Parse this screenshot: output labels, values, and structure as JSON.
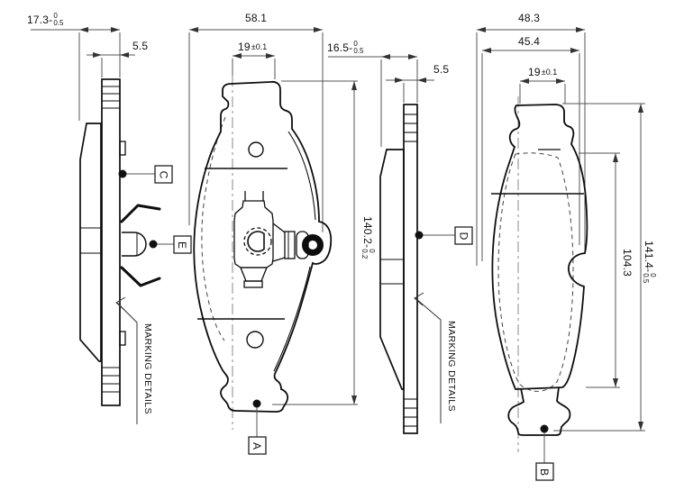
{
  "title": "brake pad technical drawing",
  "colors": {
    "part_line": "#0d0d0d",
    "dim_line": "#555555",
    "centerline": "#8a8a8a",
    "background": "#ffffff"
  },
  "dimensions": {
    "pad1_total_thickness": {
      "main": "17.3-",
      "tol_top": "0",
      "tol_bot": "0.5"
    },
    "pad1_plate_thickness": "5.5",
    "pad1_width": "58.1",
    "pad1_lug_width": {
      "main": "19",
      "tol": "±0.1"
    },
    "pad1_height": {
      "main": "140.2-",
      "tol_top": "0",
      "tol_bot": "0.2"
    },
    "pad2_total_thickness": {
      "main": "16.5-",
      "tol_top": "0",
      "tol_bot": "0.5"
    },
    "pad2_plate_thickness": "5.5",
    "pad2_width_outer": "48.3",
    "pad2_width_inner": "45.4",
    "pad2_lug_width": {
      "main": "19",
      "tol": "±0.1"
    },
    "pad2_friction_height": "104.3",
    "pad2_height": {
      "main": "141.4-",
      "tol_top": "0",
      "tol_bot": "0.5"
    }
  },
  "callouts": {
    "a": "A",
    "b": "B",
    "c": "C",
    "d": "D",
    "e": "E"
  },
  "notes": {
    "marking_left": "MARKING DETAILS",
    "marking_right": "MARKING DETAILS"
  }
}
